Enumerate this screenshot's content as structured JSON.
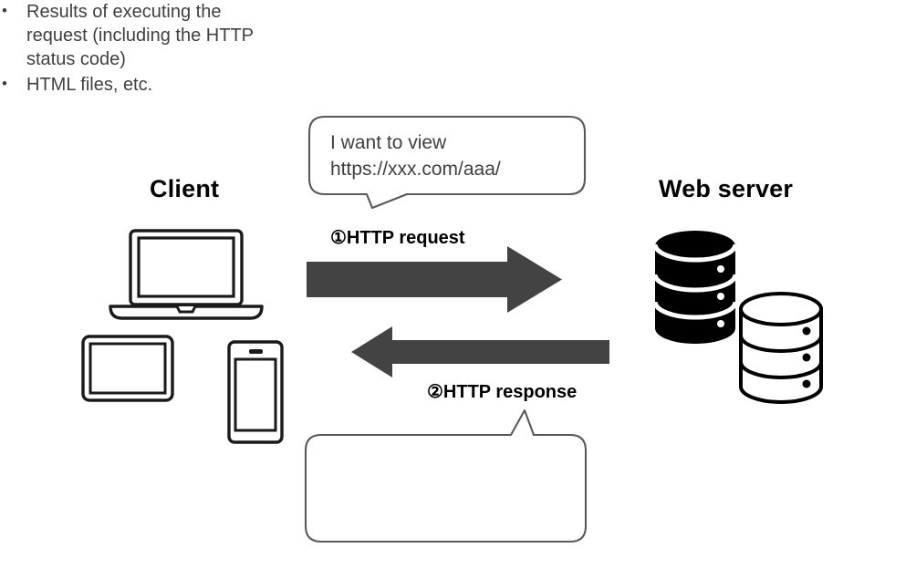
{
  "diagram": {
    "title_client": "Client",
    "title_server": "Web server",
    "colors": {
      "arrow_fill": "#434343",
      "bubble_stroke": "#595959",
      "text_gray": "#404040",
      "heading_black": "#000000",
      "device_stroke": "#1a1a1a",
      "server_fill": "#000000",
      "background": "#ffffff"
    }
  },
  "bubbles": {
    "request": {
      "text": "I want to view\nhttps://xxx.com/aaa/",
      "line1": "I want to view",
      "line2": "https://xxx.com/aaa/"
    },
    "response": {
      "items": [
        "Results of executing the request (including the HTTP status code)",
        "HTML files, etc."
      ]
    }
  },
  "arrows": [
    {
      "id": "http-request",
      "label": "①HTTP request",
      "number": "①",
      "name": "HTTP request",
      "direction": "right"
    },
    {
      "id": "http-response",
      "label": "②HTTP response",
      "number": "②",
      "name": "HTTP response",
      "direction": "left"
    }
  ],
  "devices": [
    {
      "id": "laptop",
      "icon": "laptop-icon"
    },
    {
      "id": "tablet",
      "icon": "tablet-icon"
    },
    {
      "id": "phone",
      "icon": "smartphone-icon"
    }
  ],
  "servers": [
    {
      "id": "server-back",
      "icon": "database-icon",
      "style": "filled"
    },
    {
      "id": "server-front",
      "icon": "database-icon",
      "style": "outline"
    }
  ]
}
